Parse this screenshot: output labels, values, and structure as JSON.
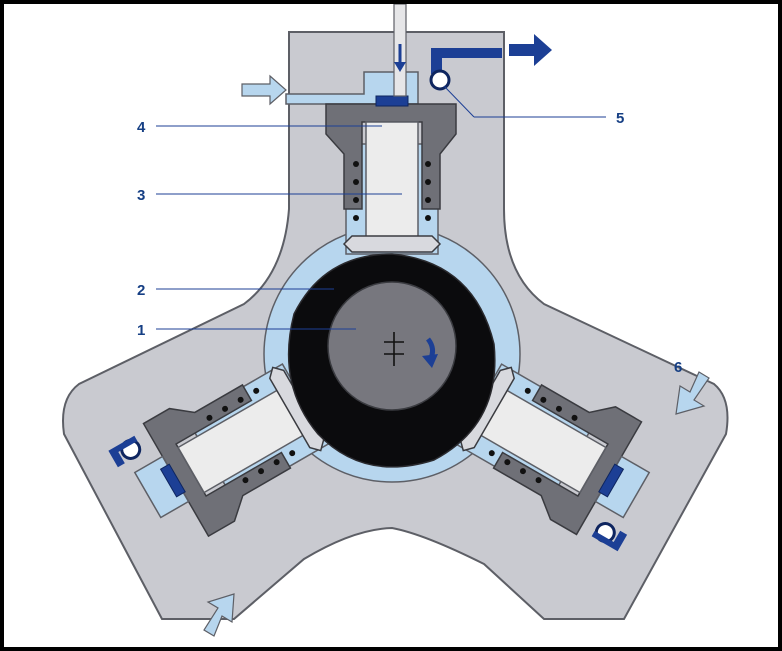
{
  "diagram": {
    "labels": [
      {
        "id": "1",
        "text": "1"
      },
      {
        "id": "2",
        "text": "2"
      },
      {
        "id": "3",
        "text": "3"
      },
      {
        "id": "4",
        "text": "4"
      },
      {
        "id": "5",
        "text": "5"
      },
      {
        "id": "6",
        "text": "6"
      }
    ],
    "colors": {
      "housing": "#c9cad0",
      "housing_outline": "#5d5f66",
      "fluid": "#b7d6ee",
      "cam": "#0b0b0d",
      "shaft": "#77777e",
      "piston": "#ececec",
      "cylinder_block": "#6f7077",
      "valve": "#1c3f95",
      "arrow_light": "#b7d6ee",
      "arrow_dark": "#1c3f95",
      "leader": "#1c3f95"
    },
    "icons": [
      "rotation-arrow-icon",
      "inlet-arrow-icon",
      "outlet-arrow-icon",
      "check-valve-ball-icon"
    ]
  }
}
